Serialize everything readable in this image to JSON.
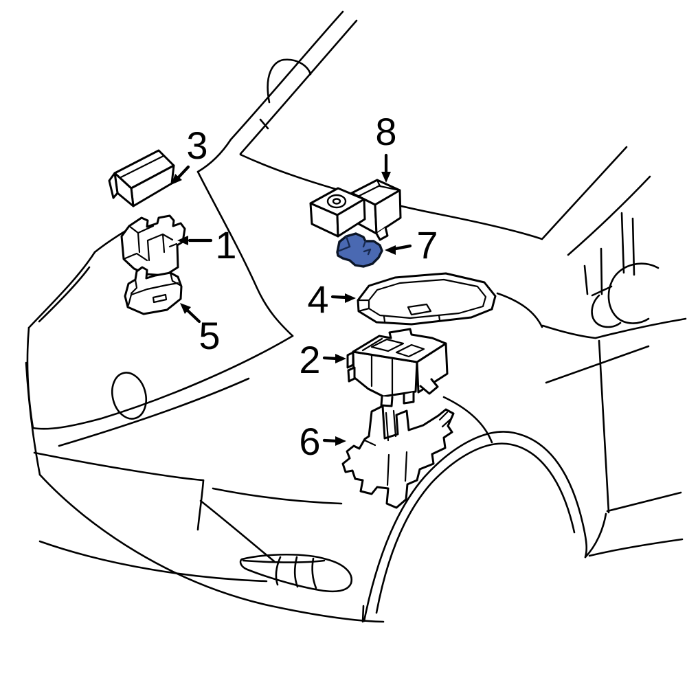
{
  "figure": {
    "background_color": "#ffffff",
    "line_color": "#000000",
    "highlight_color": "#4a69b2",
    "highlighted_callout": "7",
    "callouts": [
      {
        "number": "1",
        "arrow_direction": "left"
      },
      {
        "number": "2",
        "arrow_direction": "right"
      },
      {
        "number": "3",
        "arrow_direction": "down-left"
      },
      {
        "number": "4",
        "arrow_direction": "right"
      },
      {
        "number": "5",
        "arrow_direction": "up-left"
      },
      {
        "number": "6",
        "arrow_direction": "right"
      },
      {
        "number": "7",
        "arrow_direction": "left"
      },
      {
        "number": "8",
        "arrow_direction": "down"
      }
    ]
  }
}
